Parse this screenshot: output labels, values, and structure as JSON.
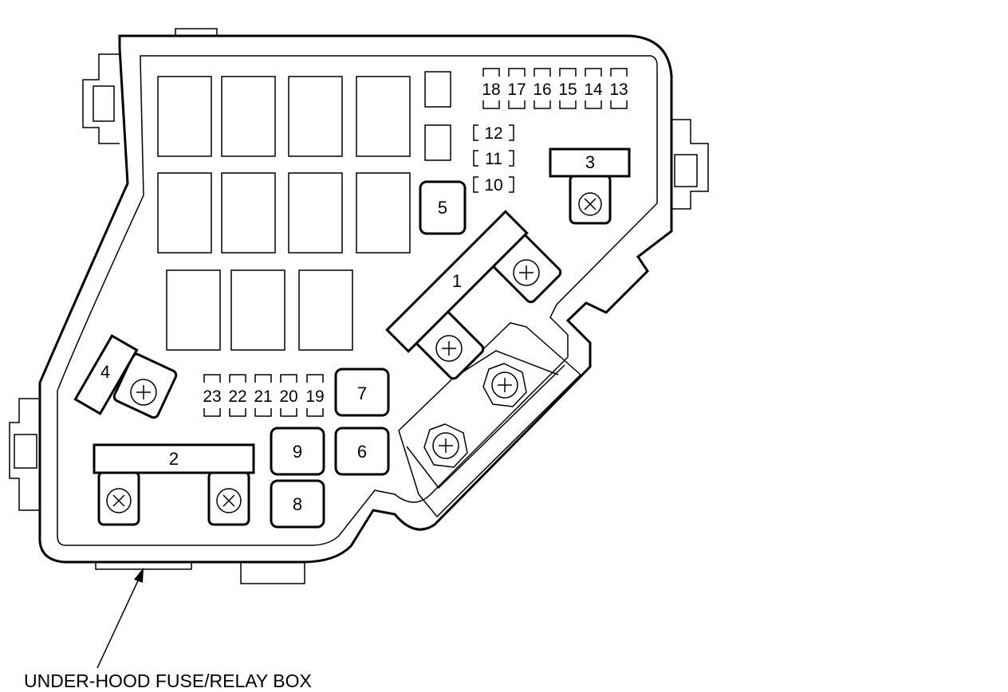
{
  "caption": "UNDER-HOOD FUSE/RELAY BOX",
  "fuses": {
    "f1": "1",
    "f2": "2",
    "f3": "3",
    "f4": "4",
    "f5": "5",
    "f6": "6",
    "f7": "7",
    "f8": "8",
    "f9": "9",
    "f10": "10",
    "f11": "11",
    "f12": "12",
    "f13": "13",
    "f14": "14",
    "f15": "15",
    "f16": "16",
    "f17": "17",
    "f18": "18",
    "f19": "19",
    "f20": "20",
    "f21": "21",
    "f22": "22",
    "f23": "23"
  }
}
